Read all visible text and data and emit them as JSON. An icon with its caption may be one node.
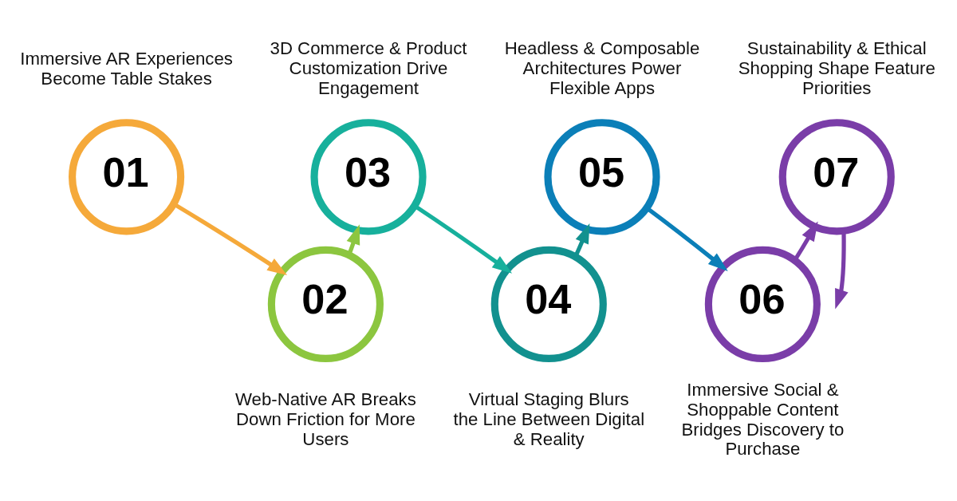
{
  "diagram": {
    "nodes": [
      {
        "text": [
          "01"
        ],
        "beside": [
          "Immersive AR Experiences Become Table Stakes"
        ]
      },
      {
        "text": [
          "02"
        ],
        "beside": [
          "Web-Native AR Breaks Down Friction for More Users"
        ]
      },
      {
        "text": [
          "03"
        ],
        "beside": [
          "3D Commerce & Product Customization Drive Engagement"
        ]
      },
      {
        "text": [
          "04"
        ],
        "beside": [
          "Virtual Staging Blurs the Line Between Digital & Reality"
        ]
      },
      {
        "text": [
          "05"
        ],
        "beside": [
          "Headless & Composable Architectures Power Flexible Apps"
        ]
      },
      {
        "text": [
          "06"
        ],
        "beside": [
          "Immersive Social & Shoppable Content Bridges Discovery to Purchase"
        ]
      },
      {
        "text": [
          "07"
        ],
        "beside": [
          "Sustainability & Ethical Shopping Shape Feature Priorities"
        ]
      }
    ],
    "edges": [
      {
        "from": 0,
        "to": 1,
        "arrow": "to",
        "color": "#f5a93a"
      },
      {
        "from": 1,
        "to": 2,
        "arrow": "to",
        "color": "#8cc63f"
      },
      {
        "from": 2,
        "to": 3,
        "arrow": "to",
        "color": "#17b09c"
      },
      {
        "from": 3,
        "to": 4,
        "arrow": "to",
        "color": "#12918f"
      },
      {
        "from": 4,
        "to": 5,
        "arrow": "to",
        "color": "#0b7fb8"
      },
      {
        "from": 5,
        "to": 6,
        "arrow": "to",
        "color": "#7a3da8"
      },
      {
        "from": 6,
        "to": null,
        "arrow": "to",
        "color": "#7a3da8"
      }
    ]
  }
}
